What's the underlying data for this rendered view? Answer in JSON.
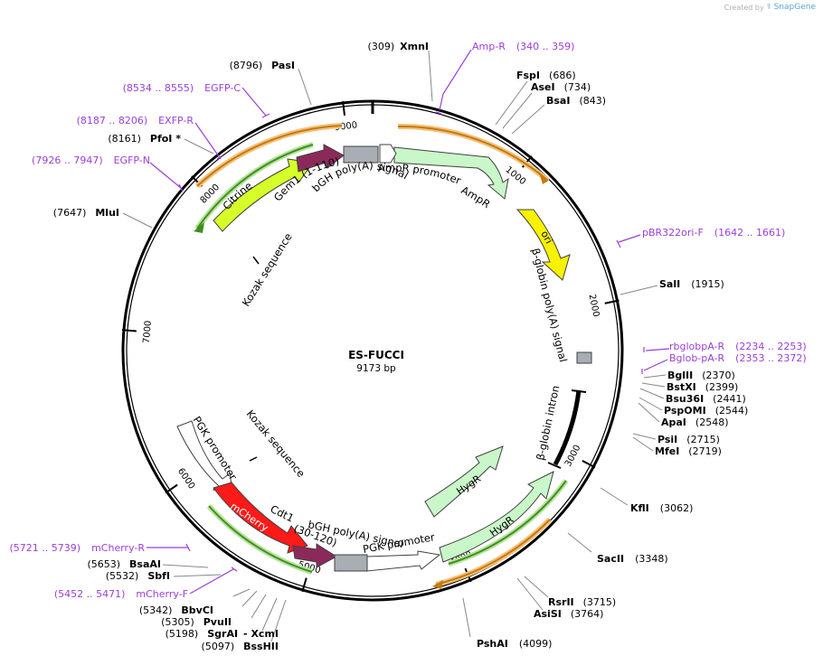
{
  "brand": {
    "created_by": "Created by",
    "product": "SnapGene"
  },
  "map": {
    "name": "ES-FUCCI",
    "length": 9173,
    "length_label": "9173 bp"
  },
  "ticks": [
    {
      "pos": 1000,
      "label": "1000"
    },
    {
      "pos": 2000,
      "label": "2000"
    },
    {
      "pos": 3000,
      "label": "3000"
    },
    {
      "pos": 4000,
      "label": "4000"
    },
    {
      "pos": 5000,
      "label": "5000"
    },
    {
      "pos": 6000,
      "label": "6000"
    },
    {
      "pos": 7000,
      "label": "7000"
    },
    {
      "pos": 8000,
      "label": "8000"
    },
    {
      "pos": 9000,
      "label": "9000"
    }
  ],
  "sites": [
    {
      "name": "XmnI",
      "pos": 309,
      "pos_label": "(309)"
    },
    {
      "name": "FspI",
      "pos": 686,
      "pos_label": "(686)"
    },
    {
      "name": "AseI",
      "pos": 734,
      "pos_label": "(734)"
    },
    {
      "name": "BsaI",
      "pos": 843,
      "pos_label": "(843)"
    },
    {
      "name": "SalI",
      "pos": 1915,
      "pos_label": "(1915)"
    },
    {
      "name": "BglII",
      "pos": 2370,
      "pos_label": "(2370)"
    },
    {
      "name": "BstXI",
      "pos": 2399,
      "pos_label": "(2399)"
    },
    {
      "name": "Bsu36I",
      "pos": 2441,
      "pos_label": "(2441)"
    },
    {
      "name": "PspOMI",
      "pos": 2544,
      "pos_label": "(2544)"
    },
    {
      "name": "ApaI",
      "pos": 2548,
      "pos_label": "(2548)"
    },
    {
      "name": "PsiI",
      "pos": 2715,
      "pos_label": "(2715)"
    },
    {
      "name": "MfeI",
      "pos": 2719,
      "pos_label": "(2719)"
    },
    {
      "name": "KflI",
      "pos": 3062,
      "pos_label": "(3062)"
    },
    {
      "name": "SacII",
      "pos": 3348,
      "pos_label": "(3348)"
    },
    {
      "name": "RsrII",
      "pos": 3715,
      "pos_label": "(3715)"
    },
    {
      "name": "AsiSI",
      "pos": 3764,
      "pos_label": "(3764)"
    },
    {
      "name": "PshAI",
      "pos": 4099,
      "pos_label": "(4099)"
    },
    {
      "name": "BssHII",
      "pos": 5097,
      "pos_label": "(5097)"
    },
    {
      "name": "SgrAI",
      "pos": 5198,
      "pos_label": "(5198)",
      "extra": "- XcmI"
    },
    {
      "name": "PvuII",
      "pos": 5305,
      "pos_label": "(5305)"
    },
    {
      "name": "BbvCI",
      "pos": 5342,
      "pos_label": "(5342)"
    },
    {
      "name": "SbfI",
      "pos": 5532,
      "pos_label": "(5532)"
    },
    {
      "name": "BsaAI",
      "pos": 5653,
      "pos_label": "(5653)"
    },
    {
      "name": "MluI",
      "pos": 7647,
      "pos_label": "(7647)"
    },
    {
      "name": "PfoI *",
      "pos": 8161,
      "pos_label": "(8161)"
    },
    {
      "name": "PasI",
      "pos": 8796,
      "pos_label": "(8796)"
    }
  ],
  "primers": [
    {
      "name": "Amp-R",
      "range": "(340 .. 359)"
    },
    {
      "name": "pBR322ori-F",
      "range": "(1642 .. 1661)"
    },
    {
      "name": "rbglobpA-R",
      "range": "(2234 .. 2253)"
    },
    {
      "name": "Bglob-pA-R",
      "range": "(2353 .. 2372)"
    },
    {
      "name": "mCherry-R",
      "range": "(5721 .. 5739)"
    },
    {
      "name": "mCherry-F",
      "range": "(5452 .. 5471)"
    },
    {
      "name": "EGFP-N",
      "range": "(7926 .. 7947)"
    },
    {
      "name": "EXFP-R",
      "range": "(8187 .. 8206)"
    },
    {
      "name": "EGFP-C",
      "range": "(8534 .. 8555)"
    }
  ],
  "features": {
    "ampr_promoter": "AmpR promoter",
    "ampr": "AmpR",
    "ori": "ori",
    "beta_globin_polya": "β-globin poly(A) signal",
    "beta_globin_intron": "β-globin intron",
    "hygr_1": "HygR",
    "hygr_2": "HygR",
    "pgk_promoter_1": "PGK promoter",
    "bgh_polya_1": "bGH poly(A) signal",
    "cdt1": "Cdt1",
    "cdt1_range": "(30-120)",
    "mcherry": "mCherry",
    "pgk_promoter_2": "PGK promoter",
    "kozak_1": "Kozak sequence",
    "kozak_2": "Kozak sequence",
    "citrine": "Citrine",
    "gem1": "Gem1 (1-110)",
    "bgh_polya_2": "bGH poly(A) signal"
  },
  "colors": {
    "primer": "#9b3fd6",
    "orange_band": "#f5a623",
    "green_band": "#3f8f1f",
    "ampr_fill": "#c9f7c9",
    "ori_fill": "#f7f200",
    "mcherry_fill": "#ff1a1a",
    "citrine_fill": "#d6ff2a",
    "domain_fill": "#8b2a5a",
    "polya_fill": "#a8aeb4",
    "promoter_fill": "#ffffff"
  }
}
